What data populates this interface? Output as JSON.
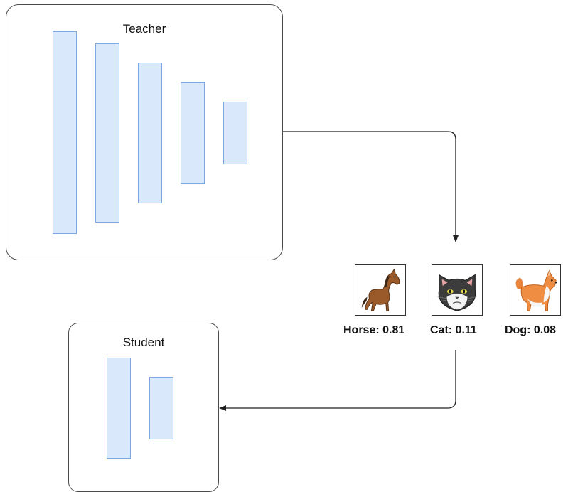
{
  "teacher": {
    "title": "Teacher"
  },
  "student": {
    "title": "Student"
  },
  "predictions": [
    {
      "icon": "horse-icon",
      "label": "Horse: 0.81"
    },
    {
      "icon": "cat-icon",
      "label": "Cat: 0.11"
    },
    {
      "icon": "dog-icon",
      "label": "Dog: 0.08"
    }
  ],
  "colors": {
    "layer_fill": "#dae8fc",
    "layer_stroke": "#7ea6e0",
    "box_stroke": "#4a4a4a",
    "arrow": "#222222"
  }
}
